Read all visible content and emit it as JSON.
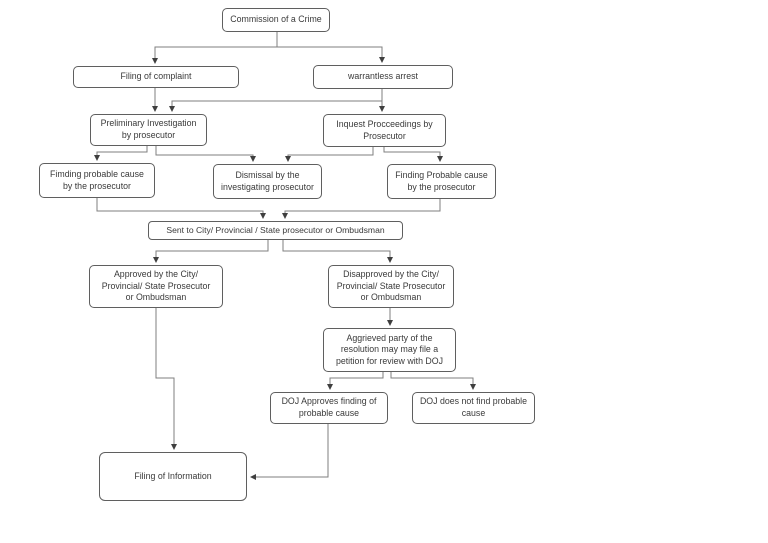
{
  "diagram": {
    "type": "flowchart",
    "background": "#ffffff",
    "node_fill": "#ffffff",
    "node_border_color": "#5f5f5f",
    "connector_color": "#7f7f7f",
    "arrowhead_color": "#3f3f3f",
    "text_color": "#3a3a3a",
    "nodes": {
      "commission": {
        "label": "Commission of a Crime"
      },
      "filing_complaint": {
        "label": "Filing of complaint"
      },
      "warrantless_arrest": {
        "label": "warrantless arrest"
      },
      "preliminary_investigation": {
        "label": "Preliminary Investigation\nby prosecutor"
      },
      "inquest_proceedings": {
        "label": "Inquest Procceedings by\nProsecutor"
      },
      "finding_probable_cause_left": {
        "label": "Fimding probable cause\nby the prosecutor"
      },
      "dismissal": {
        "label": "Dismissal by the\ninvestigating prosecutor"
      },
      "finding_probable_cause_right": {
        "label": "Finding Probable cause\nby the prosecutor"
      },
      "sent_to_prosecutor": {
        "label": "Sent to City/ Provincial / State prosecutor or Ombudsman"
      },
      "approved": {
        "label": "Approved by the City/\nProvincial/ State Prosecutor\nor Ombudsman"
      },
      "disapproved": {
        "label": "Disapproved by the City/\nProvincial/ State Prosecutor\nor Ombudsman"
      },
      "aggrieved_party": {
        "label": "Aggrieved party of the\nresolution  may may file a\npetition for review with DOJ"
      },
      "doj_approves": {
        "label": "DOJ Approves finding of\nprobable cause"
      },
      "doj_not_find": {
        "label": "DOJ does not find probable\ncause"
      },
      "filing_information": {
        "label": "Filing of Information"
      }
    },
    "edges": [
      "commission -> filing_complaint",
      "commission -> warrantless_arrest",
      "filing_complaint -> preliminary_investigation",
      "warrantless_arrest -> preliminary_investigation",
      "warrantless_arrest -> inquest_proceedings",
      "preliminary_investigation -> finding_probable_cause_left",
      "preliminary_investigation -> dismissal",
      "inquest_proceedings -> dismissal",
      "inquest_proceedings -> finding_probable_cause_right",
      "finding_probable_cause_left -> sent_to_prosecutor",
      "finding_probable_cause_right -> sent_to_prosecutor",
      "sent_to_prosecutor -> approved",
      "sent_to_prosecutor -> disapproved",
      "disapproved -> aggrieved_party",
      "aggrieved_party -> doj_approves",
      "aggrieved_party -> doj_not_find",
      "approved -> filing_information",
      "doj_approves -> filing_information"
    ]
  }
}
